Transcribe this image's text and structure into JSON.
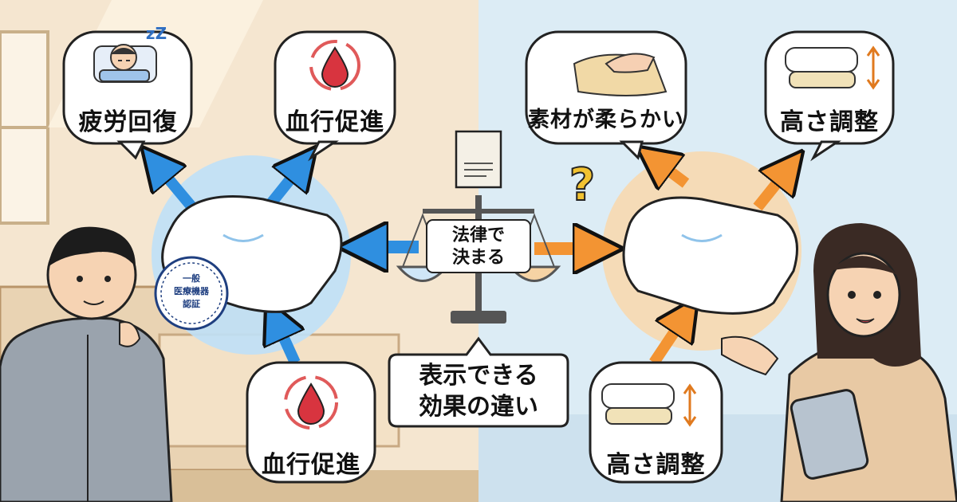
{
  "left": {
    "label_fatigue": "疲労回復",
    "label_blood_top": "血行促進",
    "label_blood_bottom": "血行促進",
    "seal": {
      "line1": "一般",
      "line2": "医療機器",
      "line3": "認証"
    }
  },
  "right": {
    "label_soft": "素材が柔らかい",
    "label_height_top": "高さ調整",
    "label_height_bottom": "高さ調整"
  },
  "center": {
    "scale_line1": "法律で",
    "scale_line2": "決まる",
    "caption_line1": "表示できる",
    "caption_line2": "効果の違い",
    "question_mark": "?"
  },
  "colors": {
    "left_bg": "#f5e6d0",
    "right_bg": "#dcecf5",
    "blue_arrow": "#2f8fe0",
    "orange_arrow": "#f39433",
    "blood_red": "#d8343f"
  },
  "zzz": "zZ"
}
